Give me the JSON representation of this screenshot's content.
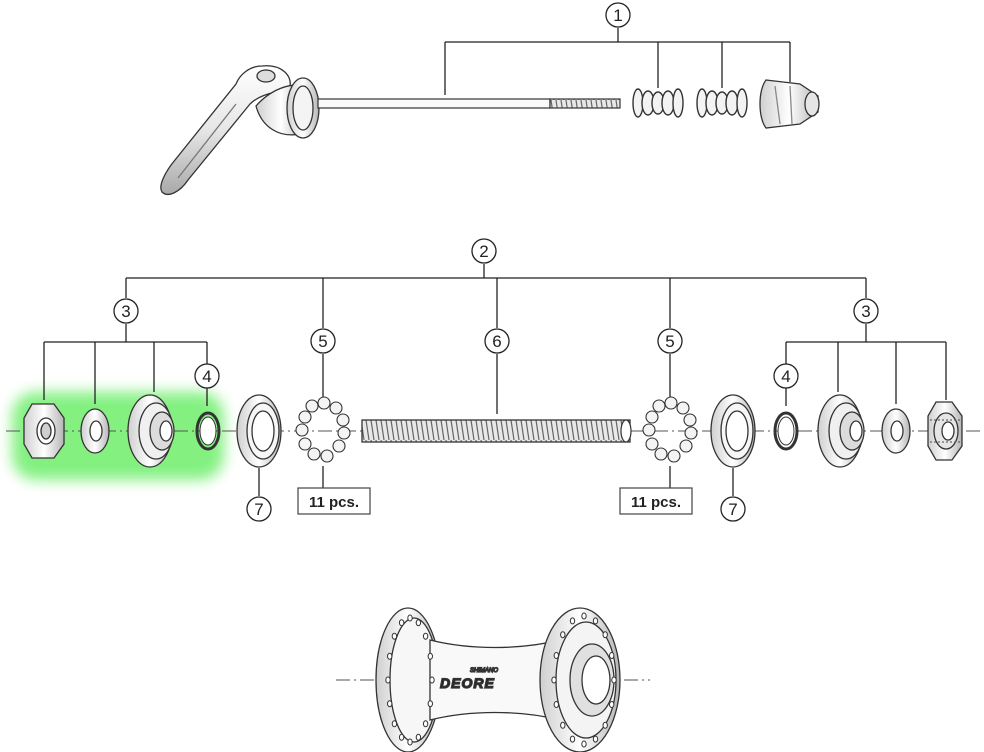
{
  "callouts": {
    "c1": "1",
    "c2": "2",
    "c3_left": "3",
    "c3_right": "3",
    "c4_left": "4",
    "c4_right": "4",
    "c5_left": "5",
    "c5_right": "5",
    "c6": "6",
    "c7_left": "7",
    "c7_right": "7"
  },
  "quantities": {
    "balls_left": "11 pcs.",
    "balls_right": "11 pcs."
  },
  "hub_branding": {
    "maker": "SHIMANO",
    "model": "DEORE"
  },
  "colors": {
    "highlight": "#7df07a",
    "line": "#222222",
    "part_fill": "#f2f2f2",
    "part_shade": "#bdbdbd"
  }
}
